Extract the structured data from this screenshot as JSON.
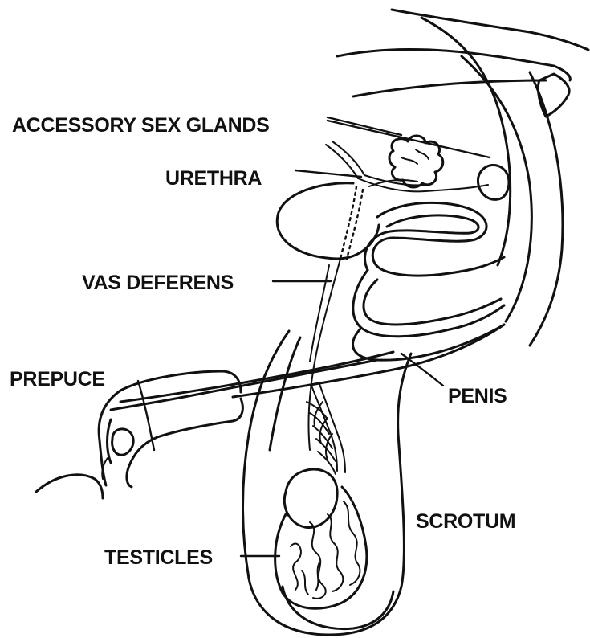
{
  "diagram": {
    "labels": {
      "accessory_sex_glands": "ACCESSORY SEX GLANDS",
      "urethra": "URETHRA",
      "vas_deferens": "VAS DEFERENS",
      "prepuce": "PREPUCE",
      "penis": "PENIS",
      "scrotum": "SCROTUM",
      "testicles": "TESTICLES"
    },
    "line_color": "#111111",
    "background": "#ffffff"
  }
}
